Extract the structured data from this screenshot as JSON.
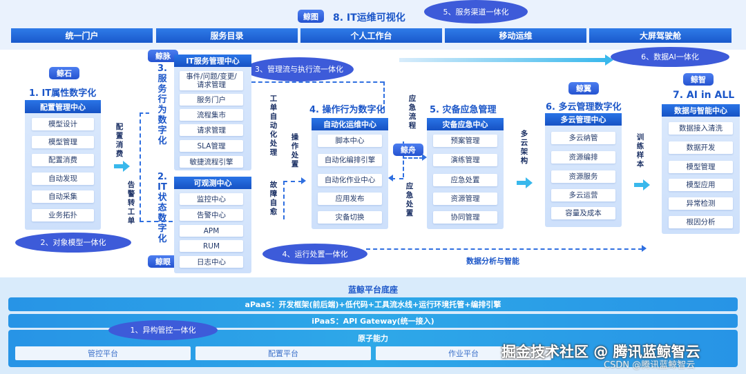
{
  "header": {
    "badge": "鲸图",
    "title": "8. IT运维可视化",
    "tabs": [
      "统一门户",
      "服务目录",
      "个人工作台",
      "移动运维",
      "大屏驾驶舱"
    ]
  },
  "ovals": {
    "o5": "5、服务渠道一体化",
    "o6": "6、数据AI一体化",
    "o3": "3、管理流与执行流一体化",
    "o2": "2、对象模型一体化",
    "o4": "4、运行处置一体化",
    "o1": "1、异构管控一体化"
  },
  "sections": {
    "s1": {
      "badge": "鲸石",
      "title": "1. IT属性数字化",
      "head": "配置管理中心",
      "items": [
        "模型设计",
        "模型管理",
        "配置消费",
        "自动发现",
        "自动采集",
        "业务拓扑"
      ]
    },
    "s3": {
      "badge": "鲸脉",
      "vtitle": "3.服务行为数字化",
      "head": "IT服务管理中心",
      "items": [
        "事件/问题/变更/请求管理",
        "服务门户",
        "流程集市",
        "请求管理",
        "SLA管理",
        "敏捷流程引擎"
      ]
    },
    "s2": {
      "badge": "鲸眼",
      "vtitle": "2.IT状态数字化",
      "head": "可观测中心",
      "items": [
        "监控中心",
        "告警中心",
        "APM",
        "RUM",
        "日志中心"
      ]
    },
    "s4": {
      "title": "4. 操作行为数字化",
      "head": "自动化运维中心",
      "items": [
        "脚本中心",
        "自动化编排引擎",
        "自动化作业中心",
        "应用发布",
        "灾备切换"
      ]
    },
    "s5": {
      "badge": "鲸舟",
      "title": "5. 灾备应急管理",
      "head": "灾备应急中心",
      "items": [
        "预案管理",
        "演练管理",
        "应急处置",
        "资源管理",
        "协同管理"
      ]
    },
    "s6": {
      "badge": "鲸翼",
      "title": "6. 多云管理数字化",
      "head": "多云管理中心",
      "items": [
        "多云纳管",
        "资源编排",
        "资源服务",
        "多云运营",
        "容量及成本"
      ]
    },
    "s7": {
      "badge": "鲸智",
      "title": "7. AI in ALL",
      "head": "数据与智能中心",
      "items": [
        "数据接入清洗",
        "数据开发",
        "模型管理",
        "模型应用",
        "异常检测",
        "根因分析"
      ]
    }
  },
  "connectors": {
    "config_consume": "配置消费",
    "alarm_ticket": "告警转工单",
    "ticket_auto": "工单自动化处理",
    "op_handle": "操作处置",
    "fault_self": "故障自愈",
    "emergency_flow": "应急流程",
    "emergency_handle": "应急处置",
    "multicloud": "多云架构",
    "train_sample": "训练样本",
    "data_ai": "数据分析与智能"
  },
  "platform": {
    "title": "蓝鲸平台底座",
    "apaas": "aPaaS：开发框架(前后端)+低代码+工具流水线+运行环境托管+编排引擎",
    "ipaas": "iPaaS：API Gateway(统一接入)",
    "atomic": "原子能力",
    "subs": [
      "管控平台",
      "配置平台",
      "作业平台"
    ]
  },
  "watermark": {
    "main": "掘金技术社区 @ 腾讯蓝鲸智云",
    "sub": "CSDN @腾讯蓝鲸智云"
  }
}
